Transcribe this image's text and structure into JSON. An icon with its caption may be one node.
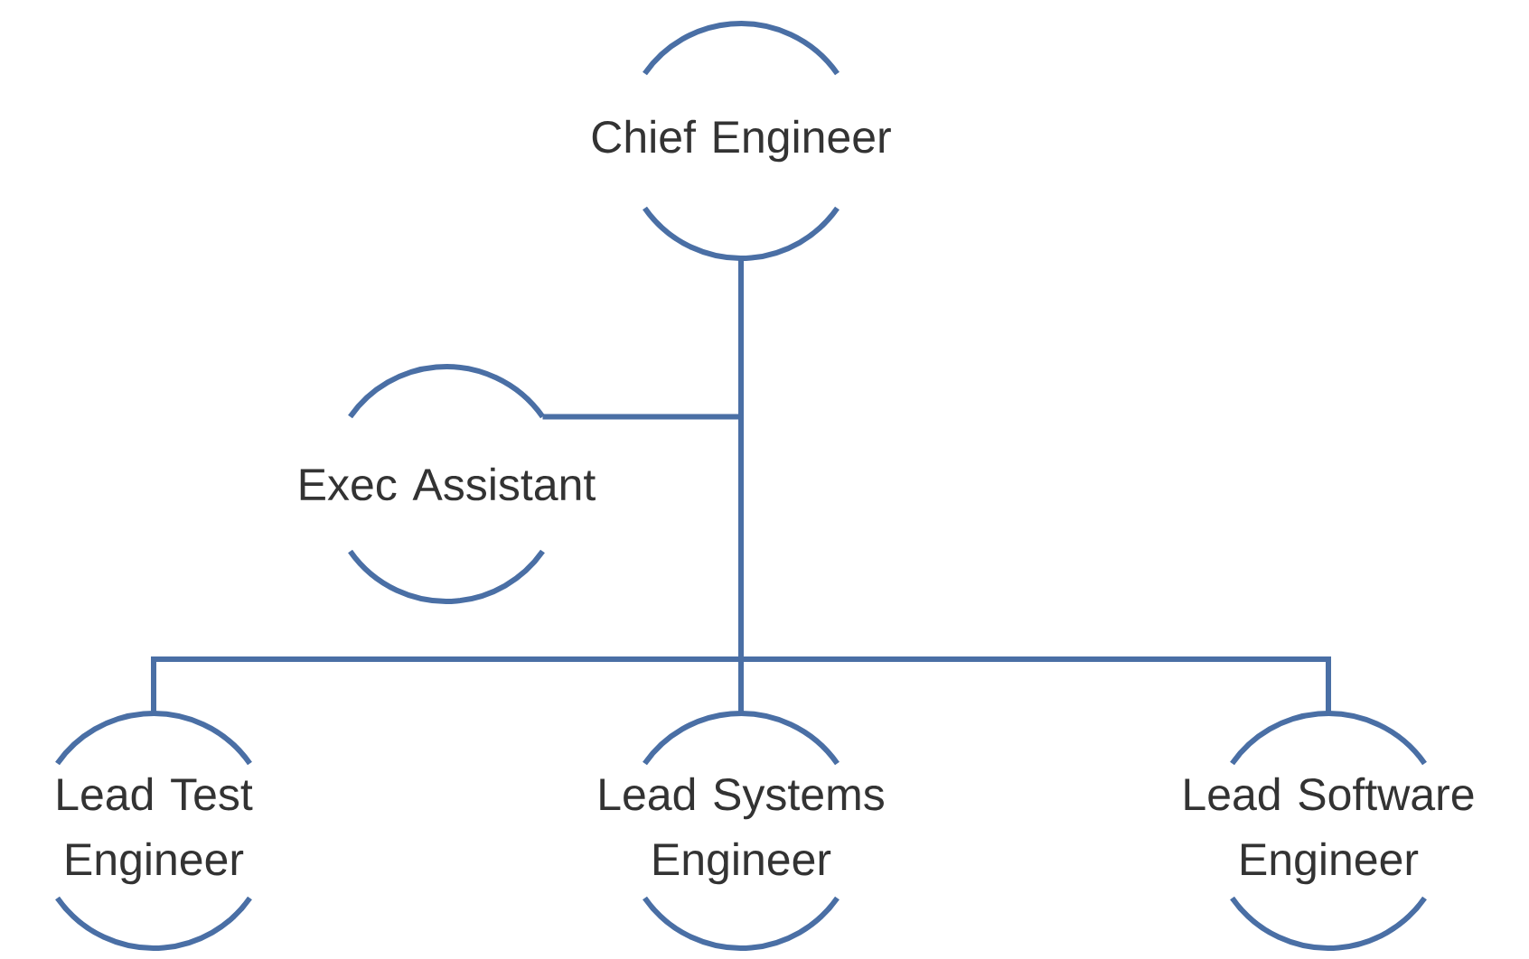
{
  "diagram": {
    "nodes": [
      {
        "text": [
          "Chief Engineer"
        ]
      },
      {
        "text": [
          "Exec Assistant"
        ]
      },
      {
        "text": [
          "Lead Test Engineer"
        ]
      },
      {
        "text": [
          "Lead Systems Engineer"
        ]
      },
      {
        "text": [
          "Lead Software Engineer"
        ]
      }
    ],
    "edges": [
      {
        "from": 0,
        "to": 1,
        "arrow": "none"
      },
      {
        "from": 0,
        "to": 2,
        "arrow": "none"
      },
      {
        "from": 0,
        "to": 3,
        "arrow": "none"
      },
      {
        "from": 0,
        "to": 4,
        "arrow": "none"
      }
    ]
  }
}
